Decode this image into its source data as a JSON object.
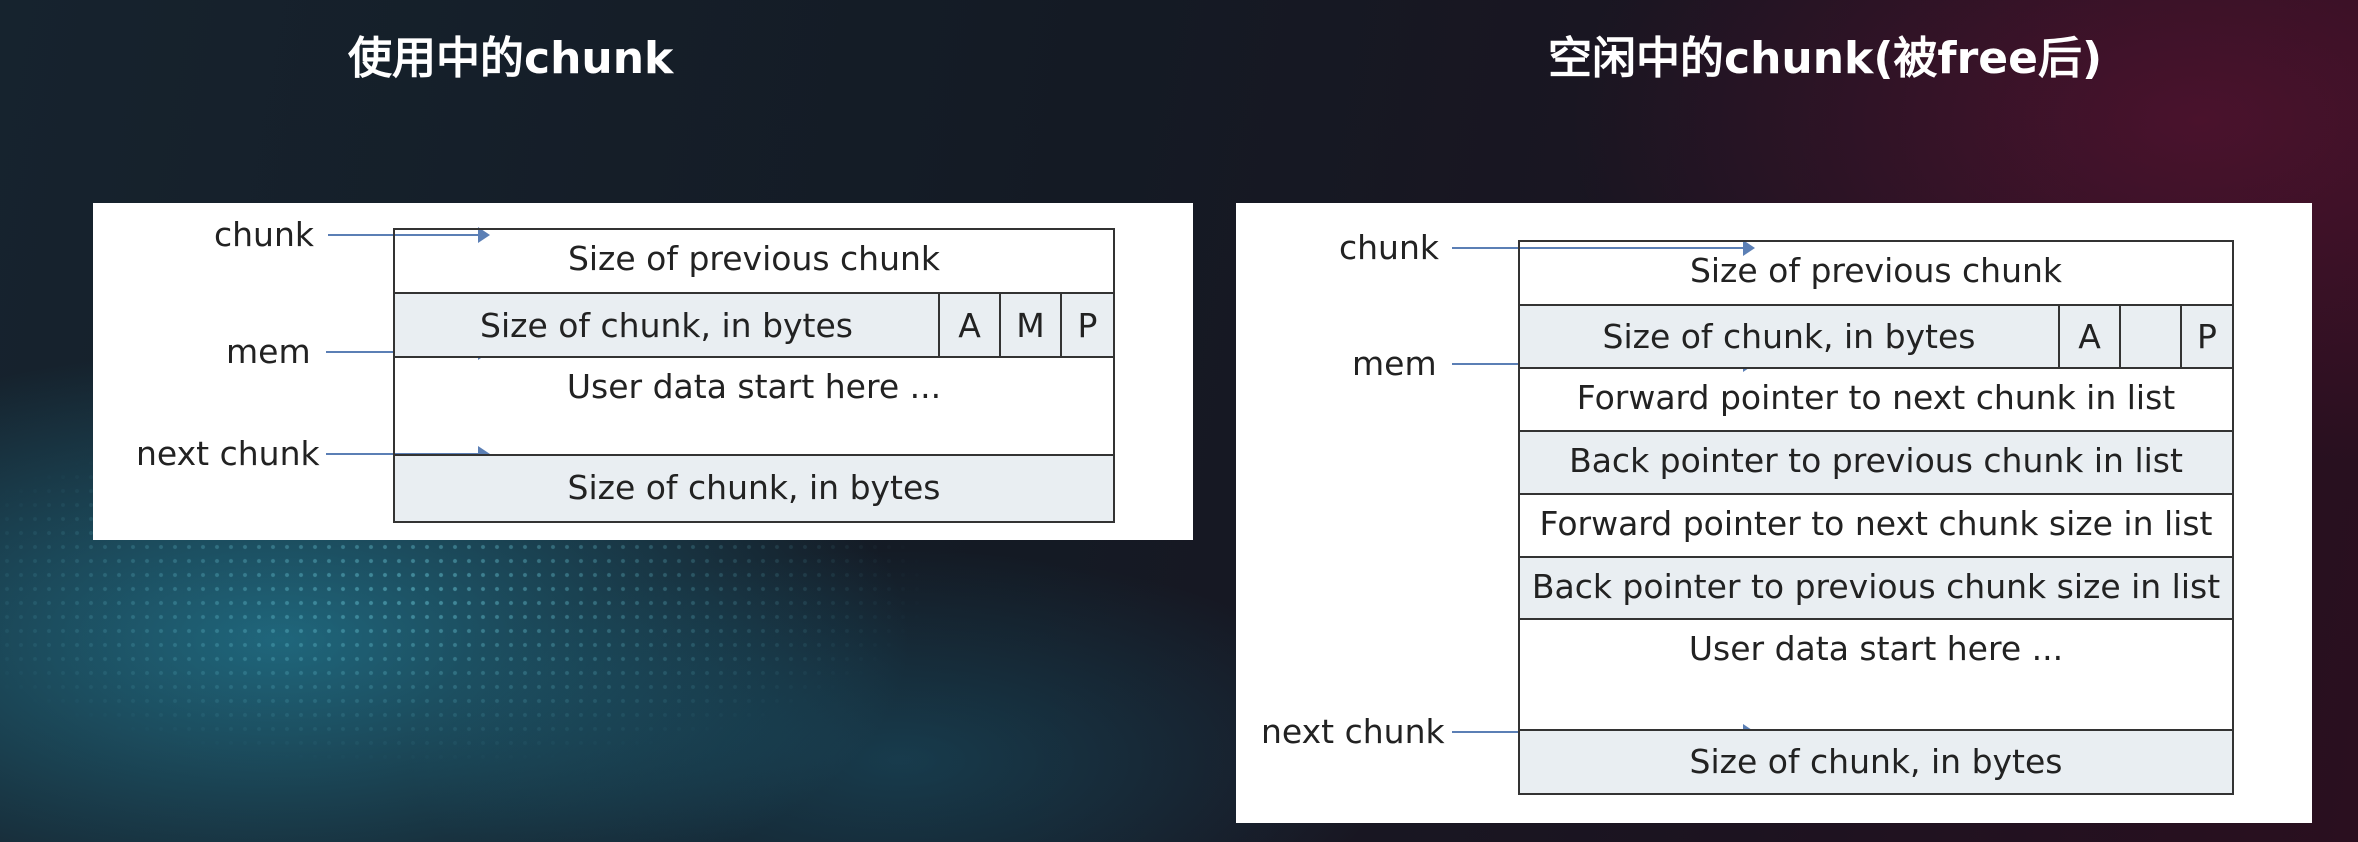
{
  "titles": {
    "left": "使用中的chunk",
    "right": "空闲中的chunk(被free后)"
  },
  "left_diagram": {
    "pointer_labels": {
      "chunk": "chunk",
      "mem": "mem",
      "next_chunk": "next chunk"
    },
    "rows": {
      "prev_size": "Size of previous chunk",
      "size": "Size of chunk, in bytes",
      "user_data": "User data start here ...",
      "next_size": "Size of chunk, in bytes"
    },
    "flags": [
      "A",
      "M",
      "P"
    ]
  },
  "right_diagram": {
    "pointer_labels": {
      "chunk": "chunk",
      "mem": "mem",
      "next_chunk": "next chunk"
    },
    "rows": {
      "prev_size": "Size of previous chunk",
      "size": "Size of chunk, in bytes",
      "fd": "Forward pointer to next chunk in list",
      "bk": "Back pointer to previous chunk in list",
      "fd_nextsize": "Forward pointer to next chunk size in list",
      "bk_nextsize": "Back pointer to previous chunk size in list",
      "user_data": "User data start here ...",
      "next_size": "Size of chunk, in bytes"
    },
    "flags": [
      "A",
      "",
      "P"
    ]
  }
}
